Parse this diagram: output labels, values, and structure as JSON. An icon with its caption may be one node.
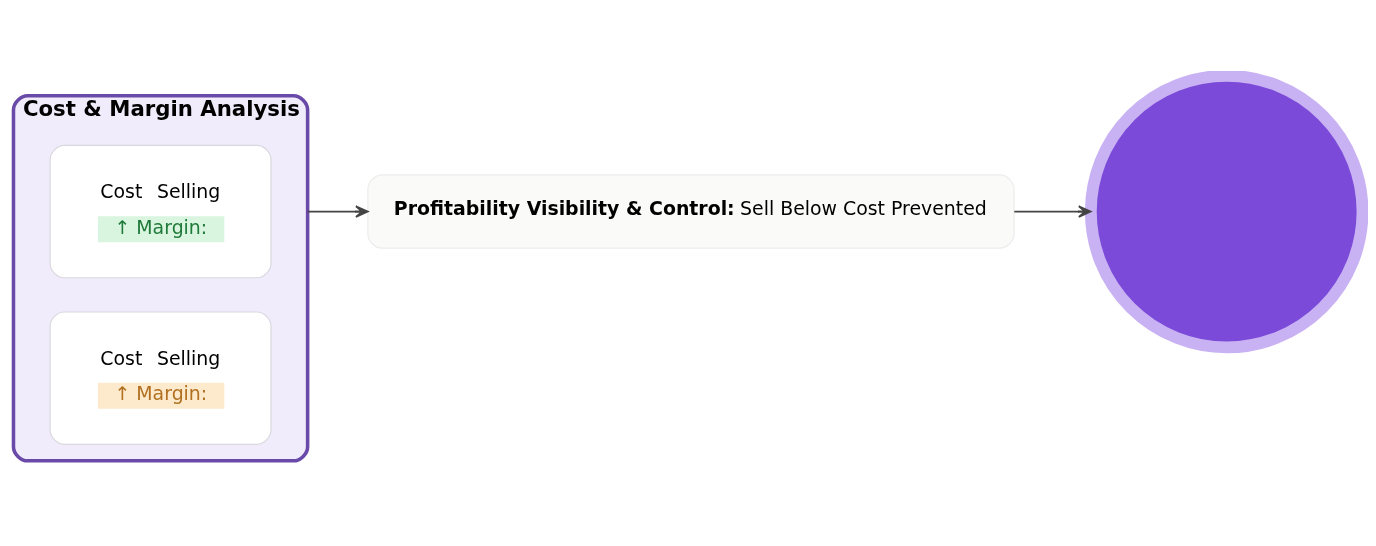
{
  "diagram": {
    "nodes": [
      {
        "text": [
          "Cost & Margin Analysis"
        ]
      },
      {
        "text": [
          "Cost",
          "Selling",
          "↑ Margin:"
        ],
        "in": 0
      },
      {
        "text": [
          "Cost",
          "Selling",
          "↑ Margin:"
        ],
        "in": 0
      },
      {
        "text": [
          "**Profitability Visibility & Control:** Sell Below Cost Prevented"
        ]
      },
      {
        "text": [],
        "shape": "circle"
      }
    ],
    "edges": [
      {
        "from": 0,
        "to": 3,
        "arrow": "to"
      },
      {
        "from": 3,
        "to": 4,
        "arrow": "to"
      }
    ]
  }
}
